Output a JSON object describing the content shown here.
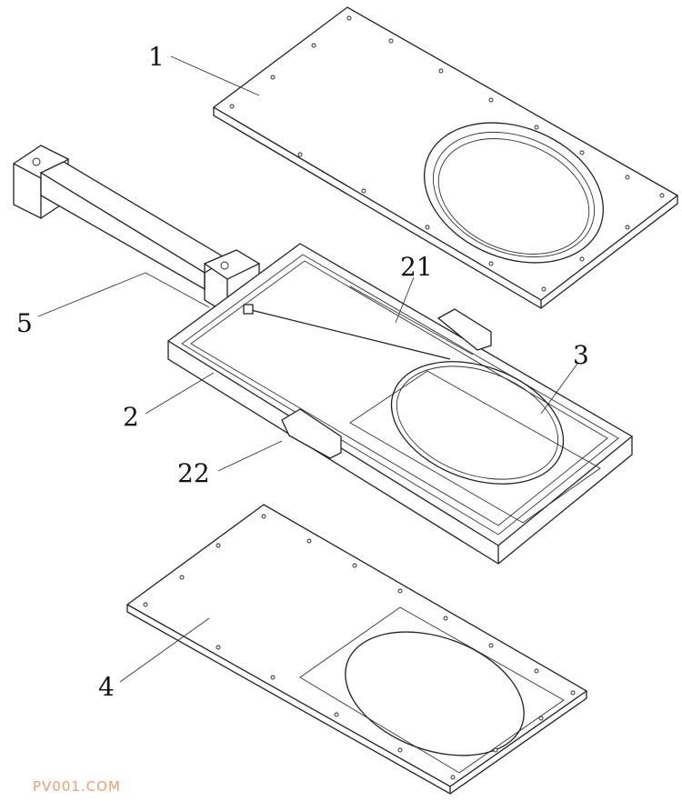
{
  "figure": {
    "labels": {
      "top_plate": "1",
      "frame": "2",
      "gate_disc": "3",
      "bottom_plate": "4",
      "cylinder": "5",
      "rod_21": "21",
      "handle_22": "22"
    }
  },
  "watermark": {
    "text": "PV001.COM",
    "color": "#f0a070"
  }
}
